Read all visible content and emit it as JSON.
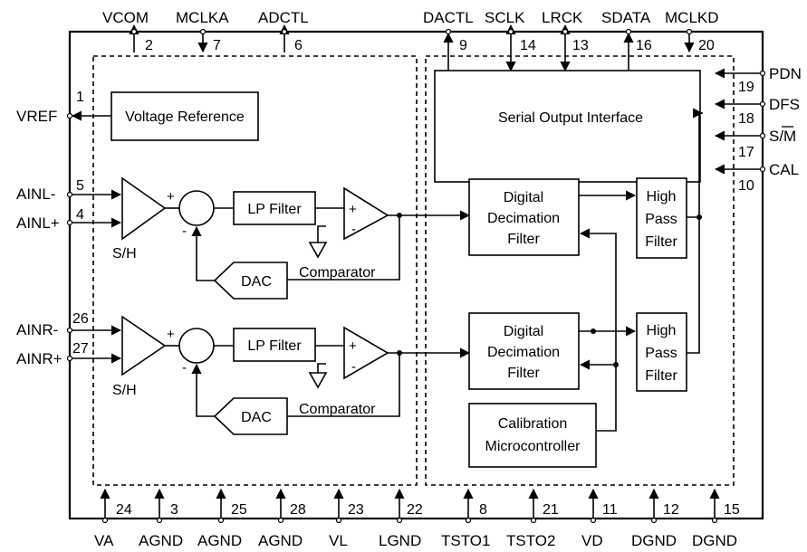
{
  "pins": {
    "top": [
      {
        "name": "VCOM",
        "num": "2"
      },
      {
        "name": "MCLKA",
        "num": "7"
      },
      {
        "name": "ADCTL",
        "num": "6"
      },
      {
        "name": "DACTL",
        "num": "9"
      },
      {
        "name": "SCLK",
        "num": "14"
      },
      {
        "name": "LRCK",
        "num": "13"
      },
      {
        "name": "SDATA",
        "num": "16"
      },
      {
        "name": "MCLKD",
        "num": "20"
      }
    ],
    "left": [
      {
        "name": "VREF",
        "num": "1"
      },
      {
        "name": "AINL-",
        "num": "5"
      },
      {
        "name": "AINL+",
        "num": "4"
      },
      {
        "name": "AINR-",
        "num": "26"
      },
      {
        "name": "AINR+",
        "num": "27"
      }
    ],
    "right": [
      {
        "name": "PDN",
        "num": "19"
      },
      {
        "name": "DFS",
        "num": "18"
      },
      {
        "name": "S/M",
        "num": "17"
      },
      {
        "name": "CAL",
        "num": "10"
      }
    ],
    "bottom": [
      {
        "name": "VA",
        "num": "24"
      },
      {
        "name": "AGND",
        "num": "3"
      },
      {
        "name": "AGND",
        "num": "25"
      },
      {
        "name": "AGND",
        "num": "28"
      },
      {
        "name": "VL",
        "num": "23"
      },
      {
        "name": "LGND",
        "num": "22"
      },
      {
        "name": "TSTO1",
        "num": "8"
      },
      {
        "name": "TSTO2",
        "num": "21"
      },
      {
        "name": "VD",
        "num": "11"
      },
      {
        "name": "DGND",
        "num": "12"
      },
      {
        "name": "DGND",
        "num": "15"
      }
    ]
  },
  "blocks": {
    "voltage_reference": "Voltage Reference",
    "serial_output": "Serial Output Interface",
    "lp_filter": "LP Filter",
    "dac": "DAC",
    "comparator": "Comparator",
    "sample_hold": "S/H",
    "plus": "+",
    "minus": "-",
    "digital_decimation_filter": [
      "Digital",
      "Decimation",
      "Filter"
    ],
    "high_pass_filter": [
      "High",
      "Pass",
      "Filter"
    ],
    "calibration": [
      "Calibration",
      "Microcontroller"
    ]
  }
}
